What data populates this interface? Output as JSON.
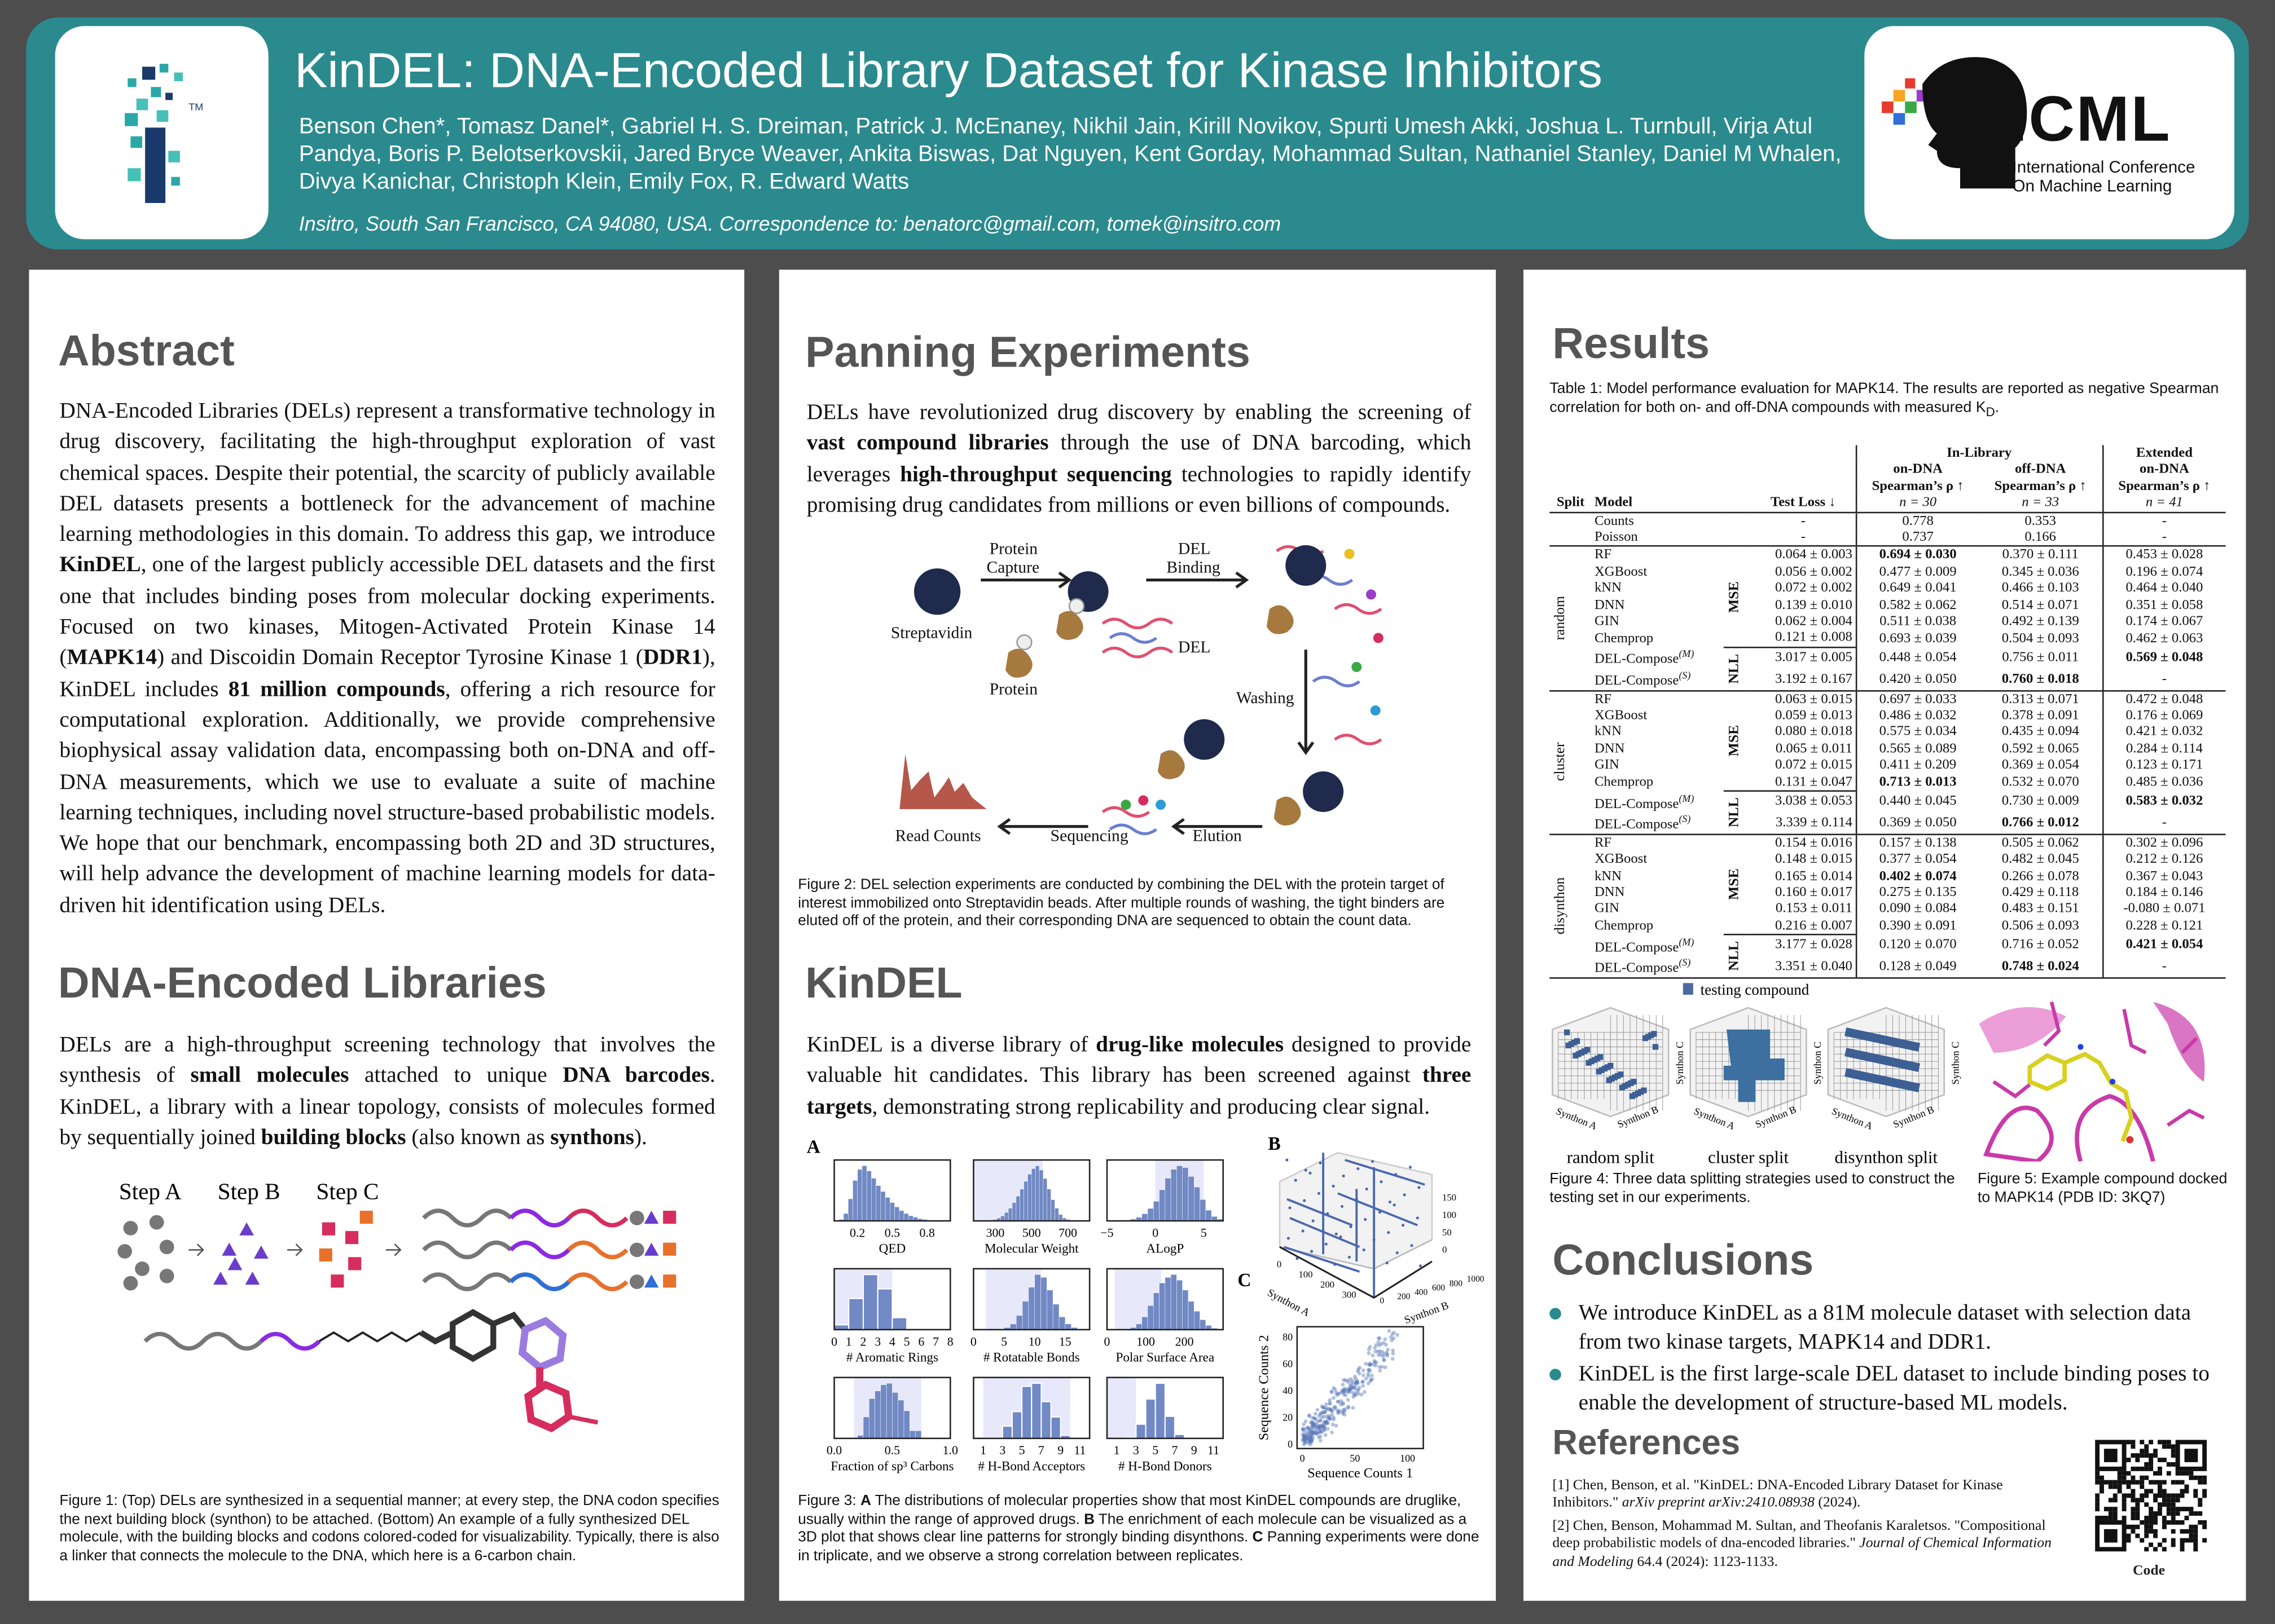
{
  "header": {
    "title": "KinDEL: DNA-Encoded Library Dataset for Kinase Inhibitors",
    "authors": "Benson Chen*, Tomasz Danel*, Gabriel H. S. Dreiman, Patrick J. McEnaney, Nikhil Jain, Kirill Novikov, Spurti Umesh Akki, Joshua L. Turnbull, Virja Atul Pandya, Boris P. Belotserkovskii, Jared Bryce Weaver, Ankita Biswas, Dat Nguyen, Kent Gorday, Mohammad Sultan, Nathaniel Stanley, Daniel M Whalen, Divya Kanichar, Christoph Klein, Emily Fox, R. Edward Watts",
    "affiliation": "Insitro, South San Francisco, CA 94080, USA. Correspondence to: benatorc@gmail.com, tomek@insitro.com",
    "logo_tm": "TM",
    "icml": {
      "name": "ICML",
      "line1": "International Conference",
      "line2": "On Machine Learning"
    }
  },
  "abstract": {
    "heading": "Abstract",
    "paragraph": [
      {
        "t": "DNA-Encoded Libraries (DELs) represent a transformative technology in drug discovery, facilitating the high-throughput exploration of vast chemical spaces. Despite their potential, the scarcity of publicly available DEL datasets presents a bottleneck for the advancement of machine learning methodologies in this domain. To address this gap, we introduce "
      },
      {
        "t": "KinDEL",
        "b": true
      },
      {
        "t": ", one of the largest publicly accessible DEL datasets and the first one that includes binding poses from molecular docking experiments. Focused on two kinases, Mitogen-Activated Protein Kinase 14 ("
      },
      {
        "t": "MAPK14",
        "b": true
      },
      {
        "t": ") and Discoidin Domain Receptor Tyrosine Kinase 1 ("
      },
      {
        "t": "DDR1",
        "b": true
      },
      {
        "t": "), KinDEL includes "
      },
      {
        "t": "81 million compounds",
        "b": true
      },
      {
        "t": ", offering a rich resource for computational exploration. Additionally, we provide comprehensive biophysical assay validation data, encompassing both on-DNA and off-DNA measurements, which we use to evaluate a suite of machine learning techniques, including novel structure-based probabilistic models. We hope that our benchmark, encompassing both 2D and 3D structures, will help advance the development of machine learning models for data-driven hit identification using DELs."
      }
    ]
  },
  "del": {
    "heading": "DNA-Encoded Libraries",
    "paragraph": [
      {
        "t": "DELs are a high-throughput screening technology that involves the synthesis of "
      },
      {
        "t": "small molecules",
        "b": true
      },
      {
        "t": " attached to unique "
      },
      {
        "t": "DNA barcodes",
        "b": true
      },
      {
        "t": ". KinDEL, a library with a linear topology, consists of molecules formed by sequentially joined "
      },
      {
        "t": "building blocks",
        "b": true
      },
      {
        "t": " (also known as "
      },
      {
        "t": "synthons",
        "b": true
      },
      {
        "t": ")."
      }
    ],
    "steps": [
      "Step A",
      "Step B",
      "Step C"
    ],
    "caption": "Figure 1: (Top) DELs are synthesized in a sequential manner; at every step, the DNA codon specifies the next building block (synthon) to be attached. (Bottom) An example of a fully synthesized DEL molecule, with the building blocks and codons colored-coded for visualizability. Typically, there is also a linker that connects the molecule to the DNA, which here is a 6-carbon chain."
  },
  "panning": {
    "heading": "Panning Experiments",
    "paragraph": [
      {
        "t": "DELs have revolutionized drug discovery by enabling the screening of "
      },
      {
        "t": "vast compound libraries",
        "b": true
      },
      {
        "t": " through the use of DNA barcoding, which leverages "
      },
      {
        "t": "high-throughput sequencing",
        "b": true
      },
      {
        "t": " technologies to rapidly identify promising drug candidates from millions or even billions of compounds."
      }
    ],
    "labels": {
      "capture1": "Protein",
      "capture2": "Capture",
      "binding1": "DEL",
      "binding2": "Binding",
      "streptavidin": "Streptavidin",
      "protein": "Protein",
      "del": "DEL",
      "washing": "Washing",
      "read_counts": "Read Counts",
      "sequencing": "Sequencing",
      "elution": "Elution"
    },
    "caption": "Figure 2: DEL selection experiments are conducted by combining the DEL with the protein target of interest immobilized onto Streptavidin beads. After multiple rounds of washing, the tight binders are eluted off of the protein, and their corresponding DNA are sequenced to obtain the count data."
  },
  "kindel": {
    "heading": "KinDEL",
    "paragraph": [
      {
        "t": "KinDEL is a diverse library of "
      },
      {
        "t": "drug-like molecules",
        "b": true
      },
      {
        "t": " designed to provide valuable hit candidates. This library has been screened against "
      },
      {
        "t": "three targets",
        "b": true
      },
      {
        "t": ", demonstrating strong replicability and producing clear signal."
      }
    ],
    "panel_letters": [
      "A",
      "B",
      "C"
    ],
    "caption_parts": [
      {
        "t": "Figure 3: "
      },
      {
        "t": "A",
        "b": true
      },
      {
        "t": " The distributions of molecular properties show that most KinDEL compounds are druglike, usually within the range of approved drugs. "
      },
      {
        "t": "B",
        "b": true
      },
      {
        "t": " The enrichment of each molecule can be visualized as a 3D plot that shows clear line patterns for strongly binding disynthons. "
      },
      {
        "t": "C",
        "b": true
      },
      {
        "t": " Panning experiments were done in triplicate, and we observe a strong correlation between replicates."
      }
    ],
    "plot_b": {
      "xlabel": "Synthon A",
      "ylabel": "Synthon B",
      "xticks": [
        "0",
        "100",
        "200",
        "300"
      ],
      "yticks": [
        "0",
        "200",
        "400",
        "600",
        "800",
        "1000"
      ],
      "zticks": [
        "0",
        "50",
        "100",
        "150"
      ]
    },
    "plot_c": {
      "xlabel": "Sequence Counts 1",
      "ylabel": "Sequence Counts 2",
      "xticks": [
        0,
        50,
        100
      ],
      "yticks": [
        0,
        20,
        40,
        60,
        80
      ],
      "xlim": [
        -5,
        115
      ],
      "ylim": [
        -3,
        88
      ]
    }
  },
  "chart_data": [
    {
      "type": "bar",
      "title": "QED",
      "xlim": [
        0,
        1
      ],
      "shade": null,
      "ticks": [
        0.2,
        0.5,
        0.8
      ],
      "tick_labels": [
        "0.2",
        "0.5",
        "0.8"
      ],
      "values": [
        0,
        2,
        10,
        30,
        55,
        70,
        75,
        68,
        58,
        48,
        40,
        32,
        25,
        19,
        14,
        10,
        7,
        5,
        3,
        2,
        1,
        0,
        0,
        0,
        0
      ]
    },
    {
      "type": "bar",
      "title": "Molecular Weight",
      "xlim": [
        180,
        820
      ],
      "shade": [
        180,
        560
      ],
      "ticks": [
        300,
        500,
        700
      ],
      "tick_labels": [
        "300",
        "500",
        "700"
      ],
      "values": [
        0,
        0,
        0,
        0,
        1,
        2,
        4,
        7,
        12,
        18,
        26,
        35,
        45,
        56,
        66,
        74,
        78,
        72,
        60,
        45,
        30,
        18,
        9,
        4,
        2,
        1,
        0,
        0,
        0,
        0
      ]
    },
    {
      "type": "bar",
      "title": "ALogP",
      "xlim": [
        -5,
        7
      ],
      "shade": [
        0,
        5
      ],
      "ticks": [
        -5,
        0,
        5
      ],
      "tick_labels": [
        "−5",
        "0",
        "5"
      ],
      "values": [
        0,
        0,
        0,
        1,
        2,
        4,
        8,
        14,
        22,
        35,
        48,
        58,
        62,
        60,
        50,
        38,
        24,
        12,
        5,
        2
      ]
    },
    {
      "type": "bar",
      "title": "# Aromatic Rings",
      "xlim": [
        0,
        8
      ],
      "shade": [
        0,
        4
      ],
      "ticks": [
        0,
        1,
        2,
        3,
        4,
        5,
        6,
        7,
        8
      ],
      "tick_labels": [
        "0",
        "1",
        "2",
        "3",
        "4",
        "5",
        "6",
        "7",
        "8"
      ],
      "values": [
        8,
        52,
        92,
        68,
        20,
        2,
        0,
        0
      ]
    },
    {
      "type": "bar",
      "title": "# Rotatable Bonds",
      "xlim": [
        0,
        19
      ],
      "shade": [
        2,
        11
      ],
      "ticks": [
        0,
        5,
        10,
        15
      ],
      "tick_labels": [
        "0",
        "5",
        "10",
        "15"
      ],
      "values": [
        0,
        0,
        0,
        0,
        1,
        3,
        8,
        20,
        40,
        60,
        78,
        74,
        56,
        36,
        18,
        8,
        3,
        1,
        0
      ]
    },
    {
      "type": "bar",
      "title": "Polar Surface Area",
      "xlim": [
        0,
        300
      ],
      "shade": [
        20,
        140
      ],
      "ticks": [
        0,
        100,
        200
      ],
      "tick_labels": [
        "0",
        "100",
        "200"
      ],
      "values": [
        0,
        0,
        0,
        1,
        3,
        8,
        18,
        34,
        52,
        66,
        74,
        78,
        70,
        56,
        40,
        26,
        14,
        6,
        2,
        0
      ]
    },
    {
      "type": "bar",
      "title": "Fraction of sp³ Carbons",
      "xlim": [
        0,
        1
      ],
      "shade": [
        0.17,
        0.75
      ],
      "ticks": [
        0,
        0.5,
        1
      ],
      "tick_labels": [
        "0.0",
        "0.5",
        "1.0"
      ],
      "values": [
        0,
        0,
        0,
        0,
        4,
        28,
        52,
        62,
        70,
        72,
        60,
        50,
        36,
        10,
        10,
        0,
        0,
        0,
        0,
        0
      ]
    },
    {
      "type": "bar",
      "title": "# H-Bond Acceptors",
      "xlim": [
        0,
        12
      ],
      "shade": [
        1,
        10
      ],
      "ticks": [
        1,
        3,
        5,
        7,
        9,
        11
      ],
      "tick_labels": [
        "1",
        "3",
        "5",
        "7",
        "9",
        "11"
      ],
      "values": [
        0,
        0,
        0,
        16,
        35,
        68,
        72,
        48,
        28,
        4,
        1,
        0
      ]
    },
    {
      "type": "bar",
      "title": "# H-Bond Donors",
      "xlim": [
        0,
        12
      ],
      "shade": [
        0,
        3
      ],
      "ticks": [
        1,
        3,
        5,
        7,
        9,
        11
      ],
      "tick_labels": [
        "1",
        "3",
        "5",
        "7",
        "9",
        "11"
      ],
      "values": [
        0,
        0,
        1,
        18,
        50,
        70,
        28,
        5,
        0,
        0,
        0,
        0
      ]
    }
  ],
  "results": {
    "heading": "Results",
    "table_caption": "Table 1: Model performance evaluation for MAPK14. The results are reported as negative Spearman correlation for both on- and off-DNA compounds with measured K",
    "table_caption_sub": "D",
    "table_caption_end": ".",
    "head": {
      "inlib": "In-Library",
      "extended": "Extended",
      "split": "Split",
      "model": "Model",
      "loss": "Test Loss ↓",
      "on": "on-DNA",
      "off": "off-DNA",
      "ext_on": "on-DNA",
      "sp": "Spearman’s ρ ↑",
      "n_on": "n = 30",
      "n_off": "n = 33",
      "n_ext": "n = 41"
    },
    "baselines": [
      {
        "model": "Counts",
        "loss": "-",
        "on": "0.778",
        "off": "0.353",
        "ext": "-"
      },
      {
        "model": "Poisson",
        "loss": "-",
        "on": "0.737",
        "off": "0.166",
        "ext": "-"
      }
    ],
    "groups": [
      {
        "split": "random",
        "rows": [
          {
            "model": "RF",
            "loss": "0.064 ± 0.003",
            "on": "0.694 ± 0.030",
            "off": "0.370 ± 0.111",
            "ext": "0.453 ± 0.028",
            "bold": [
              "on"
            ]
          },
          {
            "model": "XGBoost",
            "loss": "0.056 ± 0.002",
            "on": "0.477 ± 0.009",
            "off": "0.345 ± 0.036",
            "ext": "0.196 ± 0.074"
          },
          {
            "model": "kNN",
            "loss": "0.072 ± 0.002",
            "on": "0.649 ± 0.041",
            "off": "0.466 ± 0.103",
            "ext": "0.464 ± 0.040"
          },
          {
            "model": "DNN",
            "loss": "0.139 ± 0.010",
            "on": "0.582 ± 0.062",
            "off": "0.514 ± 0.071",
            "ext": "0.351 ± 0.058"
          },
          {
            "model": "GIN",
            "loss": "0.062 ± 0.004",
            "on": "0.511 ± 0.038",
            "off": "0.492 ± 0.139",
            "ext": "0.174 ± 0.067"
          },
          {
            "model": "Chemprop",
            "loss": "0.121 ± 0.008",
            "on": "0.693 ± 0.039",
            "off": "0.504 ± 0.093",
            "ext": "0.462 ± 0.063"
          },
          {
            "model": "DEL-Compose",
            "sup": "(M)",
            "loss": "3.017 ± 0.005",
            "on": "0.448 ± 0.054",
            "off": "0.756 ± 0.011",
            "ext": "0.569 ± 0.048",
            "bold": [
              "ext"
            ]
          },
          {
            "model": "DEL-Compose",
            "sup": "(S)",
            "loss": "3.192 ± 0.167",
            "on": "0.420 ± 0.050",
            "off": "0.760 ± 0.018",
            "ext": "-",
            "bold": [
              "off"
            ]
          }
        ]
      },
      {
        "split": "cluster",
        "rows": [
          {
            "model": "RF",
            "loss": "0.063 ± 0.015",
            "on": "0.697 ± 0.033",
            "off": "0.313 ± 0.071",
            "ext": "0.472 ± 0.048"
          },
          {
            "model": "XGBoost",
            "loss": "0.059 ± 0.013",
            "on": "0.486 ± 0.032",
            "off": "0.378 ± 0.091",
            "ext": "0.176 ± 0.069"
          },
          {
            "model": "kNN",
            "loss": "0.080 ± 0.018",
            "on": "0.575 ± 0.034",
            "off": "0.435 ± 0.094",
            "ext": "0.421 ± 0.032"
          },
          {
            "model": "DNN",
            "loss": "0.065 ± 0.011",
            "on": "0.565 ± 0.089",
            "off": "0.592 ± 0.065",
            "ext": "0.284 ± 0.114"
          },
          {
            "model": "GIN",
            "loss": "0.072 ± 0.015",
            "on": "0.411 ± 0.209",
            "off": "0.369 ± 0.054",
            "ext": "0.123 ± 0.171"
          },
          {
            "model": "Chemprop",
            "loss": "0.131 ± 0.047",
            "on": "0.713 ± 0.013",
            "off": "0.532 ± 0.070",
            "ext": "0.485 ± 0.036",
            "bold": [
              "on"
            ]
          },
          {
            "model": "DEL-Compose",
            "sup": "(M)",
            "loss": "3.038 ± 0.053",
            "on": "0.440 ± 0.045",
            "off": "0.730 ± 0.009",
            "ext": "0.583 ± 0.032",
            "bold": [
              "ext"
            ]
          },
          {
            "model": "DEL-Compose",
            "sup": "(S)",
            "loss": "3.339 ± 0.114",
            "on": "0.369 ± 0.050",
            "off": "0.766 ± 0.012",
            "ext": "-",
            "bold": [
              "off"
            ]
          }
        ]
      },
      {
        "split": "disynthon",
        "rows": [
          {
            "model": "RF",
            "loss": "0.154 ± 0.016",
            "on": "0.157 ± 0.138",
            "off": "0.505 ± 0.062",
            "ext": "0.302 ± 0.096"
          },
          {
            "model": "XGBoost",
            "loss": "0.148 ± 0.015",
            "on": "0.377 ± 0.054",
            "off": "0.482 ± 0.045",
            "ext": "0.212 ± 0.126"
          },
          {
            "model": "kNN",
            "loss": "0.165 ± 0.014",
            "on": "0.402 ± 0.074",
            "off": "0.266 ± 0.078",
            "ext": "0.367 ± 0.043",
            "bold": [
              "on"
            ]
          },
          {
            "model": "DNN",
            "loss": "0.160 ± 0.017",
            "on": "0.275 ± 0.135",
            "off": "0.429 ± 0.118",
            "ext": "0.184 ± 0.146"
          },
          {
            "model": "GIN",
            "loss": "0.153 ± 0.011",
            "on": "0.090 ± 0.084",
            "off": "0.483 ± 0.151",
            "ext": "-0.080 ± 0.071"
          },
          {
            "model": "Chemprop",
            "loss": "0.216 ± 0.007",
            "on": "0.390 ± 0.091",
            "off": "0.506 ± 0.093",
            "ext": "0.228 ± 0.121"
          },
          {
            "model": "DEL-Compose",
            "sup": "(M)",
            "loss": "3.177 ± 0.028",
            "on": "0.120 ± 0.070",
            "off": "0.716 ± 0.052",
            "ext": "0.421 ± 0.054",
            "bold": [
              "ext"
            ]
          },
          {
            "model": "DEL-Compose",
            "sup": "(S)",
            "loss": "3.351 ± 0.040",
            "on": "0.128 ± 0.049",
            "off": "0.748 ± 0.024",
            "ext": "-",
            "bold": [
              "off"
            ]
          }
        ]
      }
    ],
    "loss_labels": [
      "MSE",
      "NLL"
    ],
    "fig4": {
      "legend": "testing compound",
      "axis_a": "Synthon A",
      "axis_b": "Synthon B",
      "axis_c": "Synthon C",
      "splits": [
        "random split",
        "cluster split",
        "disynthon split"
      ],
      "caption": "Figure 4: Three data splitting strategies used to construct the testing set in our experiments."
    },
    "fig5": {
      "caption": "Figure 5: Example compound docked to MAPK14 (PDB ID: 3KQ7)"
    }
  },
  "conclusions": {
    "heading": "Conclusions",
    "bullets": [
      "We introduce KinDEL as a 81M molecule dataset with selection data from two kinase targets, MAPK14 and DDR1.",
      "KinDEL is the first large-scale DEL dataset to include binding poses to enable the development of structure-based ML models."
    ]
  },
  "references": {
    "heading": "References",
    "ref1": [
      {
        "t": "[1] Chen, Benson, et al. \"KinDEL: DNA-Encoded Library Dataset for Kinase Inhibitors.\" "
      },
      {
        "t": "arXiv preprint arXiv:2410.08938",
        "i": true
      },
      {
        "t": " (2024)."
      }
    ],
    "ref2": [
      {
        "t": "[2] Chen, Benson, Mohammad M. Sultan, and Theofanis Karaletsos. \"Compositional deep probabilistic models of dna-encoded libraries.\" "
      },
      {
        "t": "Journal of Chemical Information and Modeling",
        "i": true
      },
      {
        "t": " 64.4 (2024): 1123-1133."
      }
    ],
    "qr_label": "Code"
  }
}
